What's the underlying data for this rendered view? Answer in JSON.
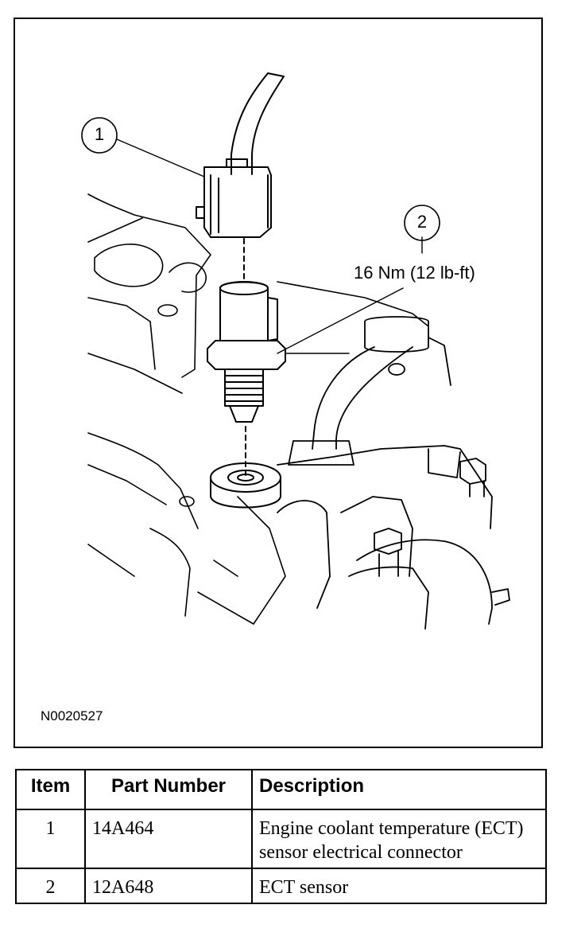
{
  "figure": {
    "callouts": [
      {
        "number": "1"
      },
      {
        "number": "2"
      }
    ],
    "torque_spec": "16 Nm (12 lb-ft)",
    "figure_id": "N0020527"
  },
  "parts_table": {
    "headers": [
      "Item",
      "Part Number",
      "Description"
    ],
    "rows": [
      {
        "item": "1",
        "part_number": "14A464",
        "description": "Engine coolant temperature (ECT) sensor electrical connector"
      },
      {
        "item": "2",
        "part_number": "12A648",
        "description": "ECT sensor"
      }
    ]
  }
}
